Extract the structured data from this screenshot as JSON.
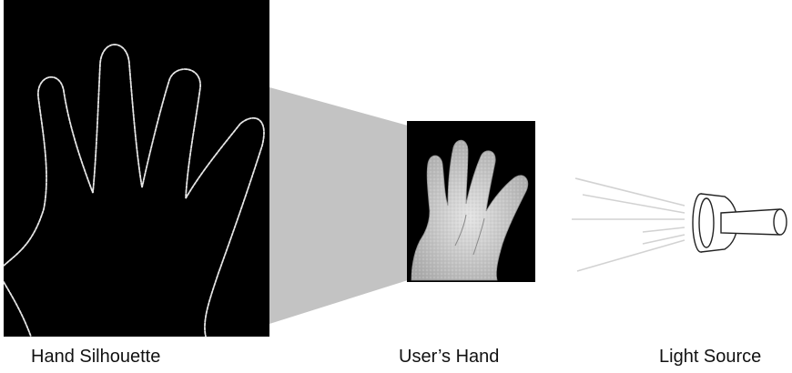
{
  "labels": {
    "silhouette": "Hand Silhouette",
    "users_hand": "User’s Hand",
    "light_source": "Light Source"
  },
  "colors": {
    "background": "#ffffff",
    "screen": "#000000",
    "silhouette_outline": "#e6e6e6",
    "projection_cone": "#c3c3c3",
    "hand_fill": "#c8c8c8",
    "light_rays": "#d2d2d2",
    "flashlight_stroke": "#222222"
  },
  "icons": {
    "silhouette_panel": "hand-outline-icon",
    "hand_photo": "hand-icon",
    "light_source": "flashlight-icon"
  }
}
